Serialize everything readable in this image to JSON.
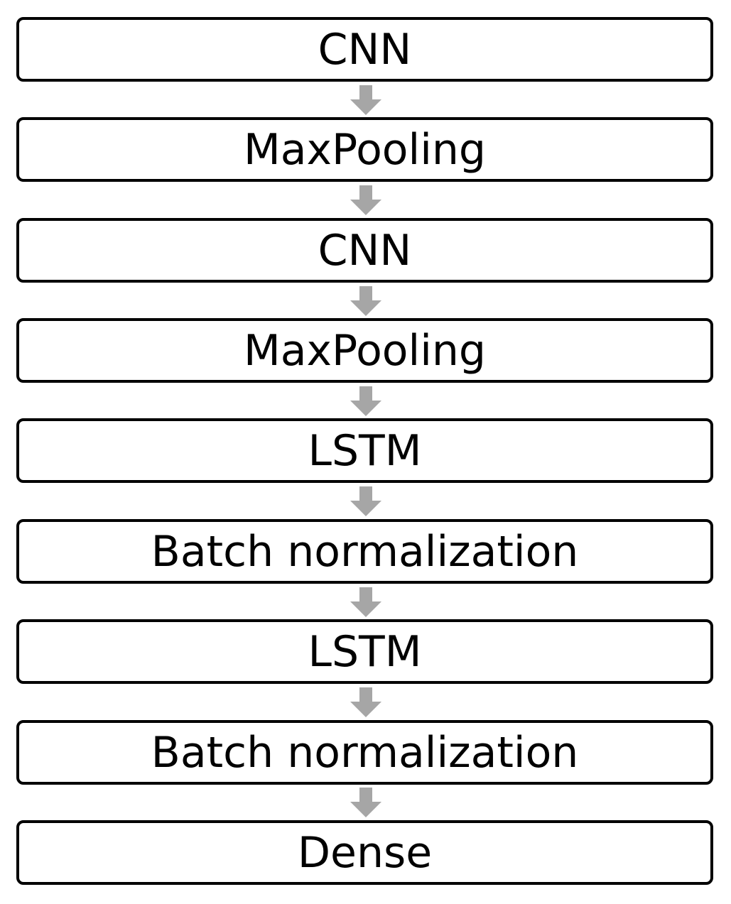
{
  "colors": {
    "box_border": "#000000",
    "box_fill": "#ffffff",
    "arrow": "#a6a6a6",
    "text": "#000000"
  },
  "arrow_icon": "down-arrow-icon",
  "layers": [
    {
      "label": "CNN"
    },
    {
      "label": "MaxPooling"
    },
    {
      "label": "CNN"
    },
    {
      "label": "MaxPooling"
    },
    {
      "label": "LSTM"
    },
    {
      "label": "Batch normalization"
    },
    {
      "label": "LSTM"
    },
    {
      "label": "Batch normalization"
    },
    {
      "label": "Dense"
    }
  ]
}
